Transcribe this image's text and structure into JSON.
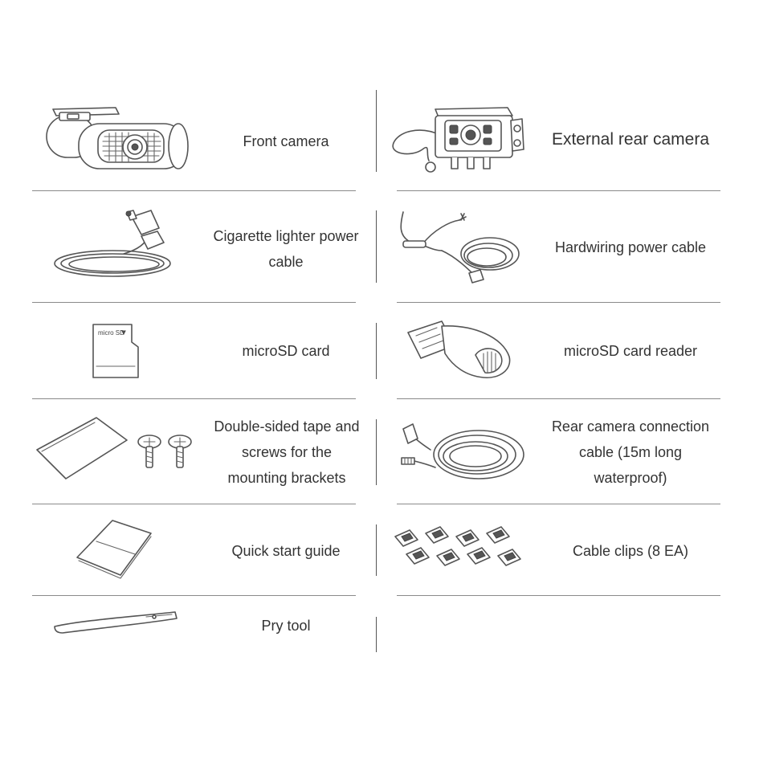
{
  "items": [
    {
      "label": "Front camera",
      "icon": "dashcam-front-camera-icon"
    },
    {
      "label": "External rear camera",
      "icon": "rear-camera-icon"
    },
    {
      "label": "Cigarette lighter power cable",
      "icon": "cigarette-lighter-cable-icon"
    },
    {
      "label": "Hardwiring power cable",
      "icon": "hardwiring-cable-icon"
    },
    {
      "label": "microSD card",
      "icon": "microsd-card-icon"
    },
    {
      "label": "microSD card reader",
      "icon": "card-reader-icon"
    },
    {
      "label": "Double-sided tape and screws for the mounting brackets",
      "icon": "tape-and-screws-icon"
    },
    {
      "label": "Rear camera connection cable (15m long waterproof)",
      "icon": "connection-cable-icon"
    },
    {
      "label": "Quick start guide",
      "icon": "quick-start-guide-icon"
    },
    {
      "label": "Cable clips (8 EA)",
      "icon": "cable-clips-icon"
    },
    {
      "label": "Pry tool",
      "icon": "pry-tool-icon"
    }
  ],
  "card_text": "micro SD"
}
